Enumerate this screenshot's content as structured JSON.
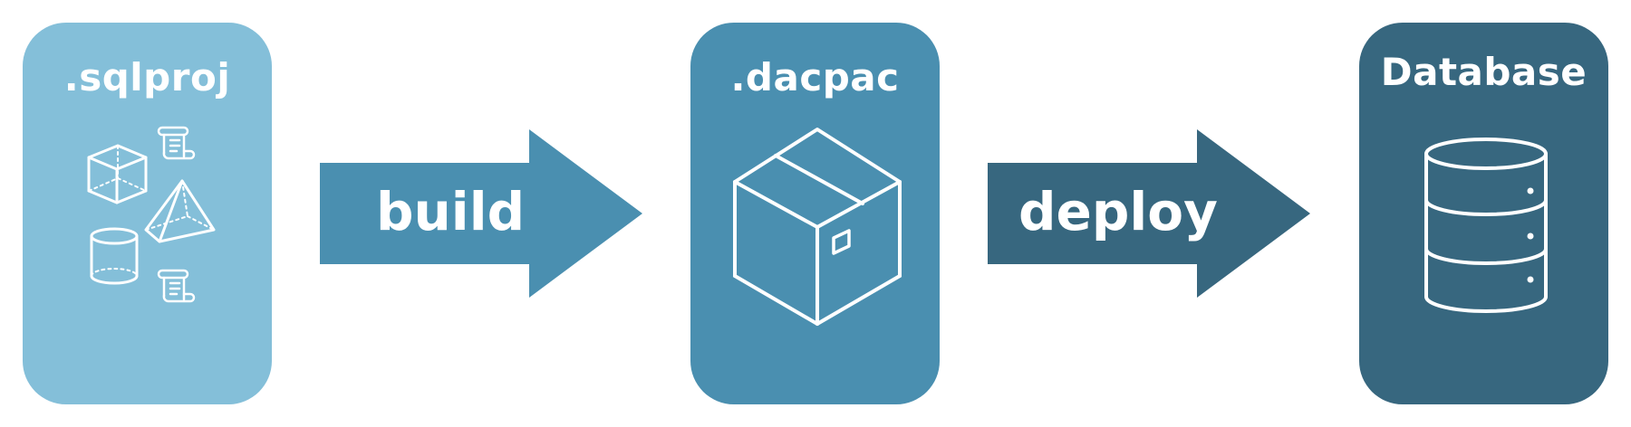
{
  "colors": {
    "source": "#84bfd9",
    "artifact": "#4a8fb0",
    "target": "#37677f",
    "icon": "#ffffff",
    "background": "#ffffff"
  },
  "stages": [
    {
      "label": ".sqlproj",
      "icon": "sql-objects-icon"
    },
    {
      "label": ".dacpac",
      "icon": "package-box-icon"
    },
    {
      "label": "Database",
      "icon": "database-icon"
    }
  ],
  "arrows": [
    {
      "label": "build"
    },
    {
      "label": "deploy"
    }
  ]
}
